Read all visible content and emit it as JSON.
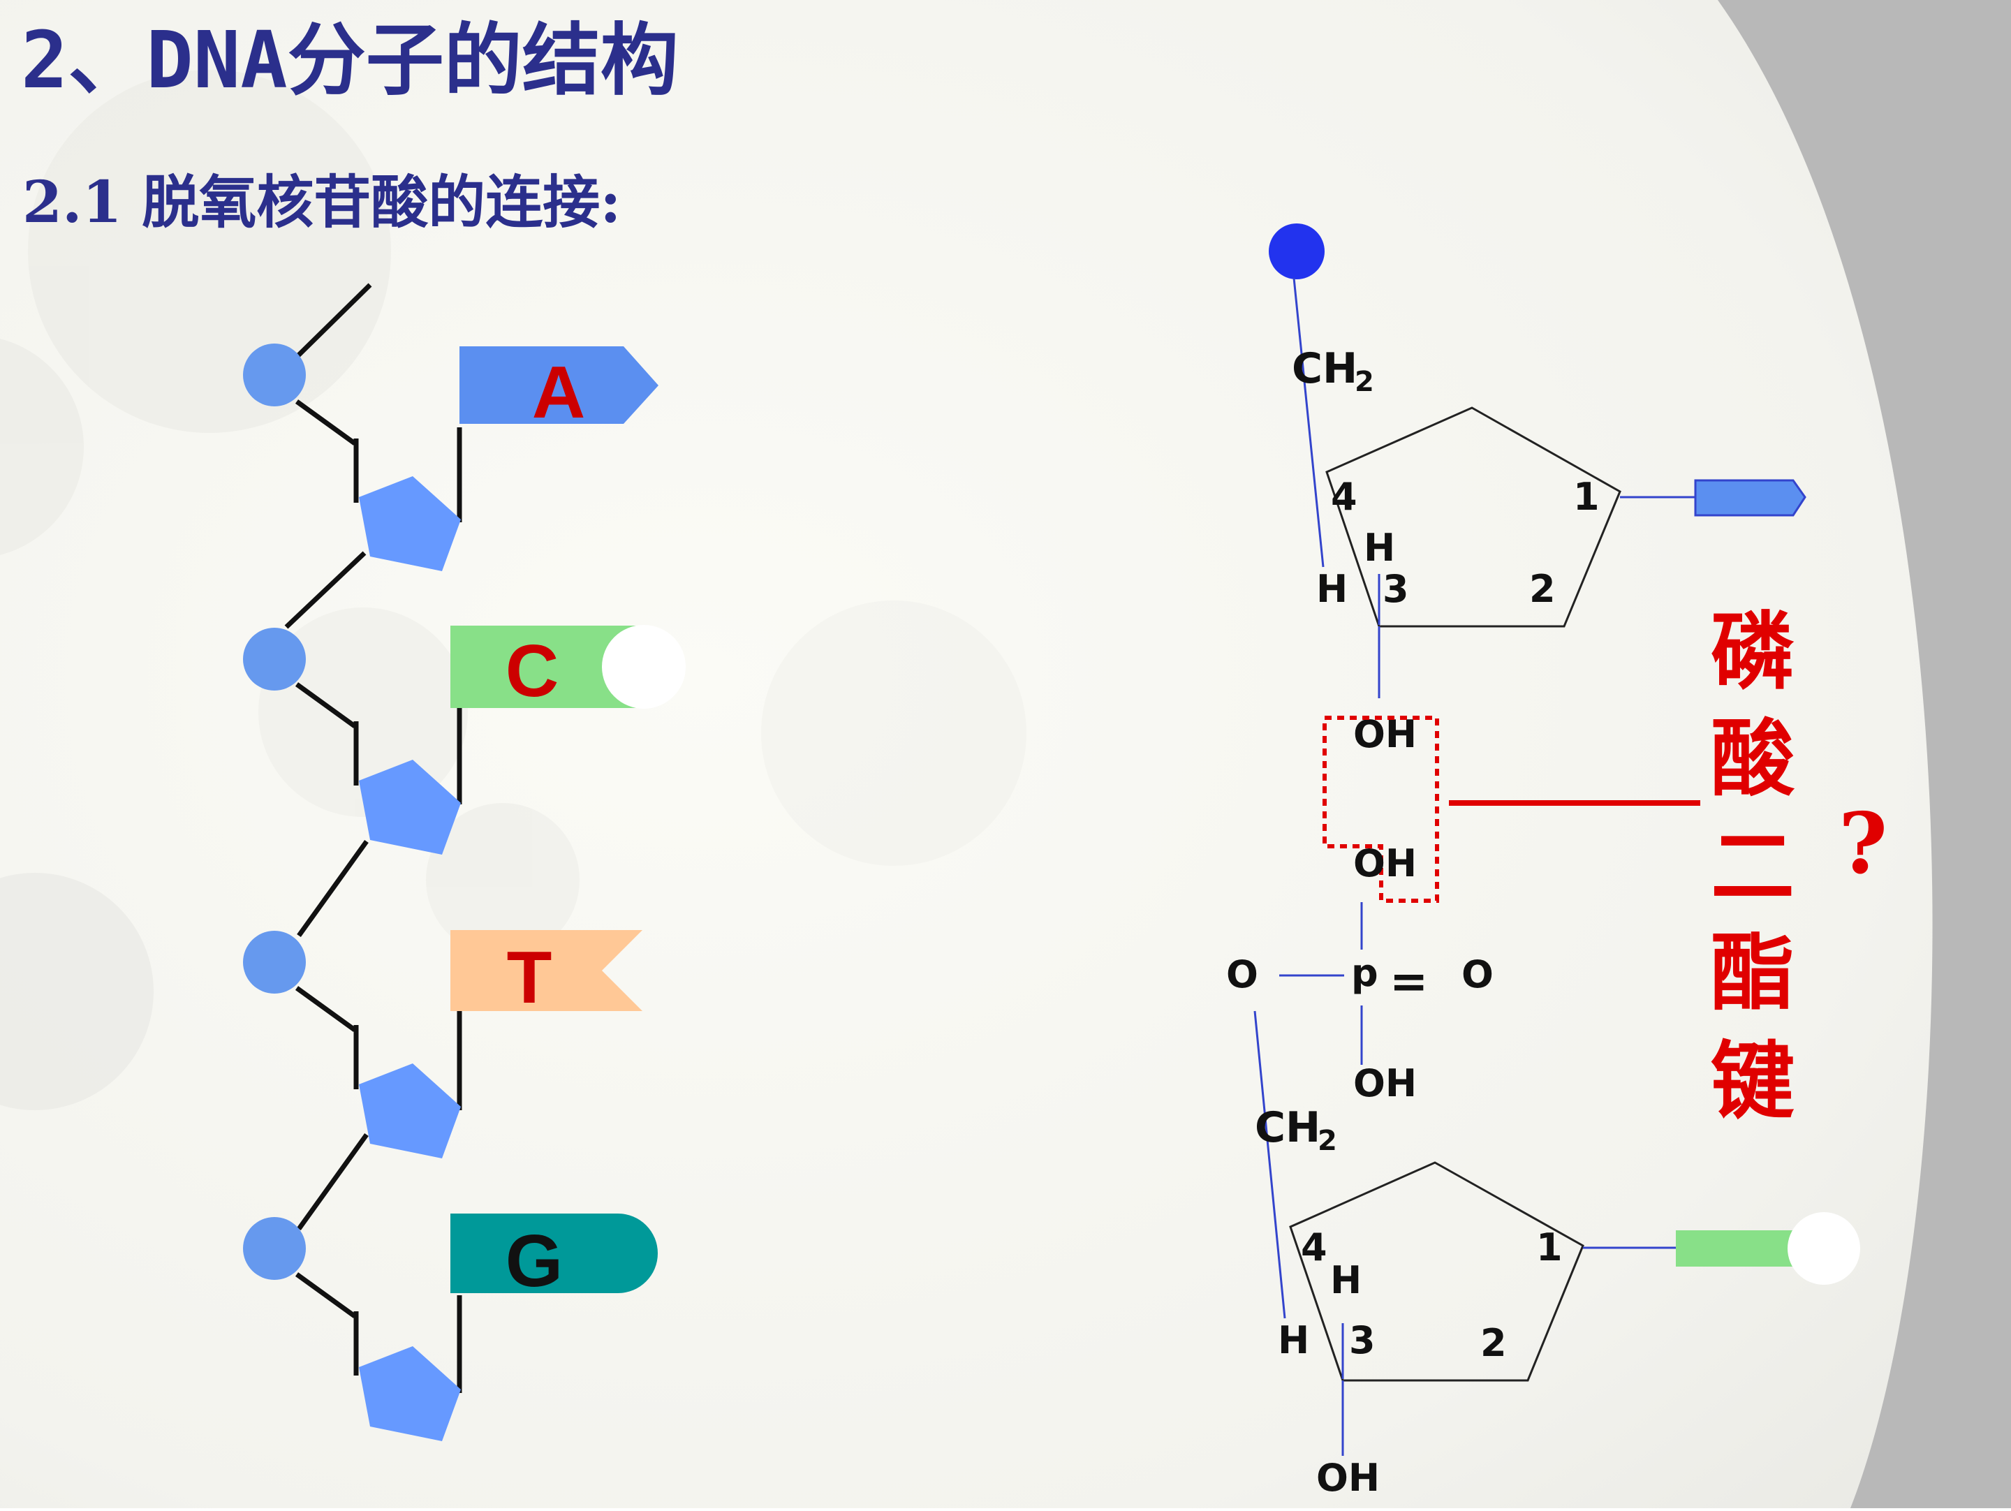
{
  "slide": {
    "title": "2、DNA分子的结构",
    "subtitle": "2.1 脱氧核苷酸的连接:"
  },
  "colors": {
    "title": "#2b2f8c",
    "phosphate": "#6699ee",
    "sugar": "#6699ff",
    "phosphate_top": "#2233ee",
    "bond_red": "#e00000",
    "base_A": "#5b8ff0",
    "base_C": "#88e088",
    "base_T": "#ffc896",
    "base_G": "#009999",
    "letter_red": "#cc0000",
    "letter_dark": "#111111"
  },
  "chain": {
    "bases": [
      {
        "letter": "A",
        "name": "adenine",
        "shape": "arrow",
        "color": "#5b8ff0",
        "letter_color": "#cc0000"
      },
      {
        "letter": "C",
        "name": "cytosine",
        "shape": "notch-round",
        "color": "#88e088",
        "letter_color": "#cc0000"
      },
      {
        "letter": "T",
        "name": "thymine",
        "shape": "notch-v",
        "color": "#ffc896",
        "letter_color": "#cc0000"
      },
      {
        "letter": "G",
        "name": "guanine",
        "shape": "round-end",
        "color": "#009999",
        "letter_color": "#111111"
      }
    ]
  },
  "molecule": {
    "top": {
      "ch2": "CH",
      "ch2_sub": "2",
      "c4": "4",
      "c1": "1",
      "c2": "2",
      "c3": "3",
      "h_up": "H",
      "h_left": "H",
      "oh": "OH"
    },
    "phosphate": {
      "oh_top": "OH",
      "p": "p",
      "eq": "=",
      "o_left": "O",
      "o_right": "O",
      "oh_bottom": "OH"
    },
    "bottom": {
      "ch2": "CH",
      "ch2_sub": "2",
      "c4": "4",
      "c1": "1",
      "c2": "2",
      "c3": "3",
      "h_up": "H",
      "h_left": "H",
      "oh": "OH"
    }
  },
  "bond": {
    "label_chars": [
      "磷",
      "酸",
      "二",
      "酯",
      "键"
    ],
    "question": "?"
  }
}
